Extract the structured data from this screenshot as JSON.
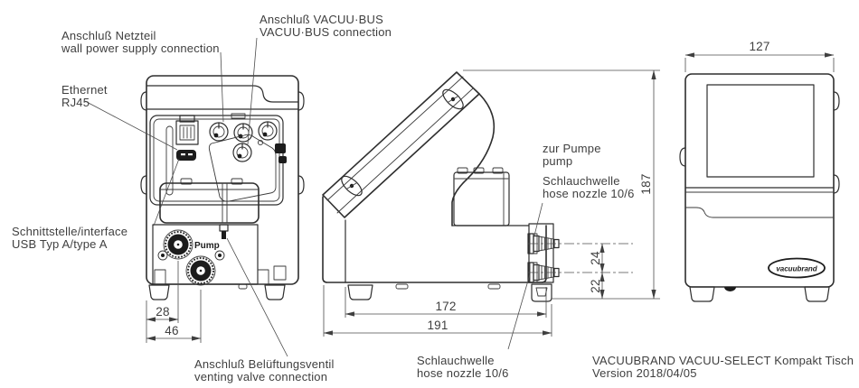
{
  "drawing": {
    "labels": {
      "power": {
        "line1": "Anschluß Netzteil",
        "line2": "wall power supply connection"
      },
      "vacuubus": {
        "line1": "Anschluß VACUU·BUS",
        "line2": "VACUU·BUS connection"
      },
      "ethernet": {
        "line1": "Ethernet",
        "line2": "RJ45"
      },
      "usb": {
        "line1": "Schnittstelle/interface",
        "line2": "USB Typ A/type A"
      },
      "venting": {
        "line1": "Anschluß Belüftungsventil",
        "line2": "venting valve connection"
      },
      "to_pump": {
        "line1": "zur Pumpe",
        "line2": "pump"
      },
      "hose_side": {
        "line1": "Schlauchwelle",
        "line2": "hose nozzle 10/6"
      },
      "hose_bottom": {
        "line1": "Schlauchwelle",
        "line2": "hose nozzle 10/6"
      }
    },
    "dimensions": {
      "front_width": "127",
      "height": "187",
      "nozzle_pitch": "24",
      "nozzle_bottom_offset": "22",
      "base_depth": "172",
      "total_depth": "191",
      "port1_offset": "28",
      "port2_offset": "46"
    },
    "device": {
      "pump_port_label": "Pump",
      "logo_text": "vacuubrand"
    },
    "footer": {
      "line1": "VACUUBRAND VACUU-SELECT Kompakt Tisch",
      "line2": "Version 2018/04/05"
    },
    "colors": {
      "line": "#2e2e2e",
      "text": "#3f3f3f",
      "background": "#ffffff"
    }
  }
}
